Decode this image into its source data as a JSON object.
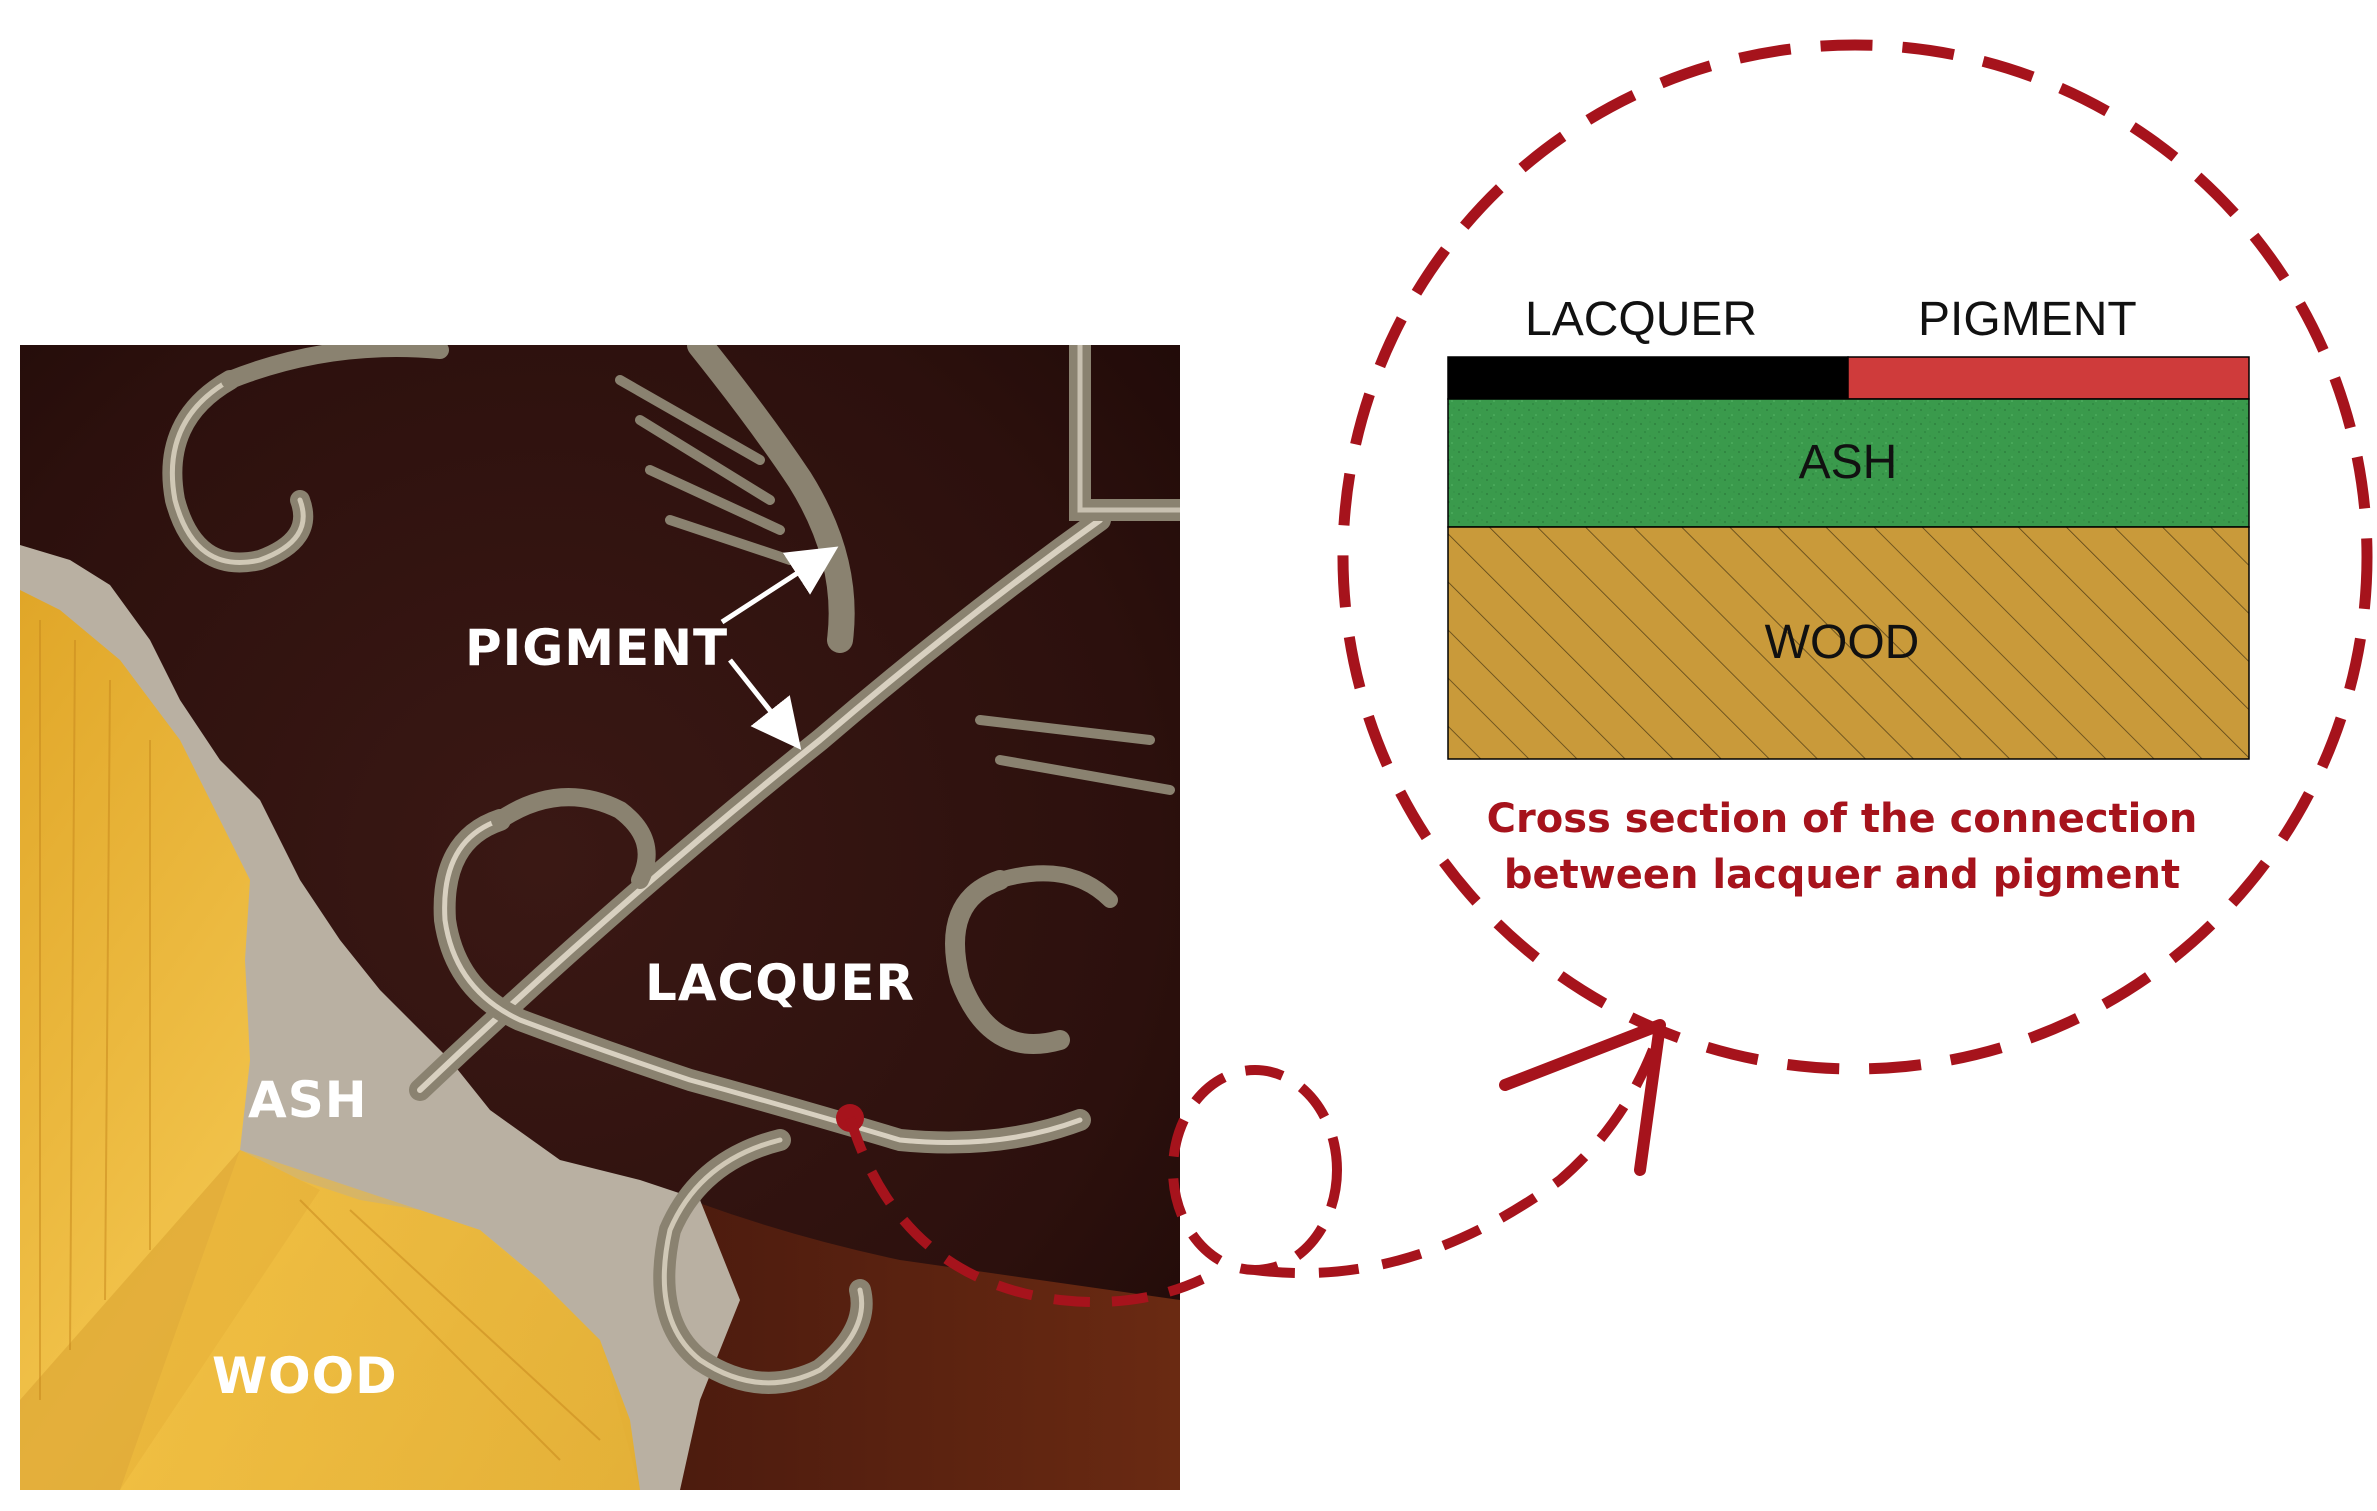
{
  "photo": {
    "labels": {
      "pigment": "PIGMENT",
      "lacquer": "LACQUER",
      "ash": "ASH",
      "wood": "WOOD"
    }
  },
  "cross_section": {
    "top_labels": {
      "lacquer": "LACQUER",
      "pigment": "PIGMENT"
    },
    "layers": {
      "ash": "ASH",
      "wood": "WOOD"
    },
    "caption": {
      "line1": "Cross section of the connection",
      "line2": "between lacquer and pigment"
    }
  },
  "colors": {
    "lacquer_layer": "#000000",
    "pigment_layer": "#cf3b3b",
    "ash_layer": "#3a9a4c",
    "wood_layer": "#c99a3a",
    "callout_dash": "#a6131c",
    "caption_text": "#a6131c",
    "photo_label_text": "#ffffff"
  }
}
